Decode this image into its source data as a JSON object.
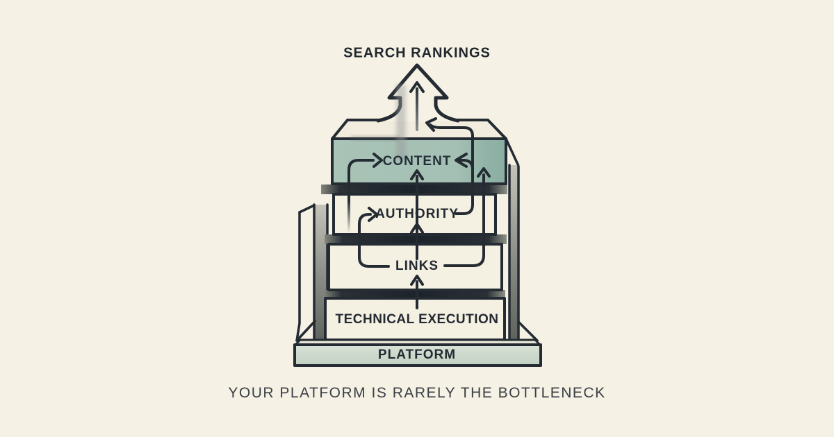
{
  "title": "SEARCH RANKINGS",
  "caption": "YOUR PLATFORM IS RARELY THE BOTTLENECK",
  "layers": [
    {
      "label": "CONTENT"
    },
    {
      "label": "AUTHORITY"
    },
    {
      "label": "LINKS"
    },
    {
      "label": "TECHNICAL EXECUTION"
    },
    {
      "label": "PLATFORM"
    }
  ],
  "icons": {
    "big_up_arrow": "⇧",
    "up_arrow": "↑",
    "right_arrow": "→",
    "left_arrow": "←"
  },
  "colors": {
    "background": "#f5f1e4",
    "ink": "#242b32",
    "content_green": "#a5c0b4",
    "content_green_shadow": "#8eb1a5",
    "platform_green": "#cdd9cc",
    "box_cream": "#f4f0e2",
    "pillar_gray": "#8a8c86",
    "caption_text": "#3b4046"
  }
}
